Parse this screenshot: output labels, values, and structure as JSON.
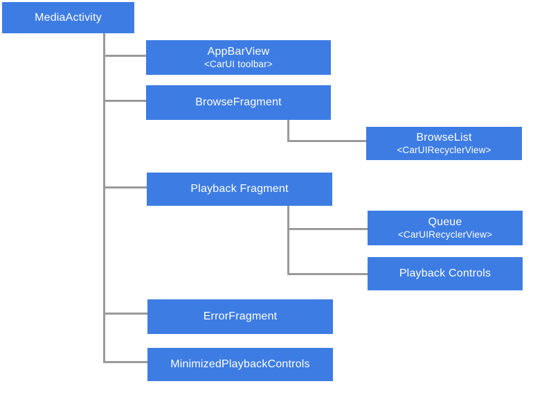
{
  "diagram": {
    "type": "tree",
    "root": "media_activity",
    "edges": [
      [
        "media_activity",
        "app_bar_view"
      ],
      [
        "media_activity",
        "browse_fragment"
      ],
      [
        "browse_fragment",
        "browse_list"
      ],
      [
        "media_activity",
        "playback_fragment"
      ],
      [
        "playback_fragment",
        "queue"
      ],
      [
        "playback_fragment",
        "playback_controls"
      ],
      [
        "media_activity",
        "error_fragment"
      ],
      [
        "media_activity",
        "minimized_playback_controls"
      ]
    ]
  },
  "colors": {
    "node_fill": "#3d7ce3",
    "node_text": "#ffffff",
    "connector": "#999999",
    "background": "#ffffff"
  },
  "nodes": {
    "media_activity": {
      "label": "MediaActivity"
    },
    "app_bar_view": {
      "label": "AppBarView",
      "sublabel": "<CarUI toolbar>"
    },
    "browse_fragment": {
      "label": "BrowseFragment"
    },
    "browse_list": {
      "label": "BrowseList",
      "sublabel": "<CarUIRecyclerView>"
    },
    "playback_fragment": {
      "label": "Playback Fragment"
    },
    "queue": {
      "label": "Queue",
      "sublabel": "<CarUIRecyclerView>"
    },
    "playback_controls": {
      "label": "Playback Controls"
    },
    "error_fragment": {
      "label": "ErrorFragment"
    },
    "minimized_playback_controls": {
      "label": "MinimizedPlaybackControls"
    }
  }
}
